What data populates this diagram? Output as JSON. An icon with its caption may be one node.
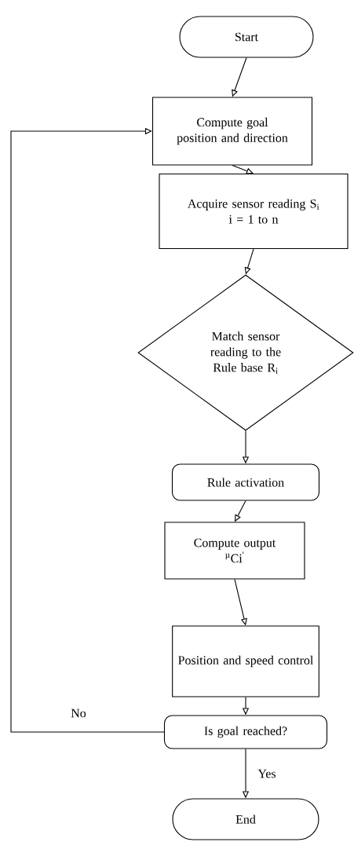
{
  "diagram": {
    "nodes": [
      {
        "text": [
          "Start"
        ]
      },
      {
        "text": [
          "Compute goal  position and direction"
        ]
      },
      {
        "text": [
          "Acquire sensor reading S$_{i}$",
          "i = 1 to  n"
        ]
      },
      {
        "text": [
          "Match sensor reading to the Rule base R$_{i}$"
        ]
      },
      {
        "text": [
          "Rule activation"
        ]
      },
      {
        "text": [
          "Compute output",
          "$^{µ}$Ci$^{'}$"
        ]
      },
      {
        "text": [
          "Position and speed control"
        ]
      },
      {
        "text": [
          "Is goal reached?"
        ]
      },
      {
        "text": [
          "End"
        ]
      }
    ],
    "edges": [
      {
        "from": 0,
        "to": 1,
        "arrow": "to"
      },
      {
        "from": 1,
        "to": 2,
        "arrow": "to"
      },
      {
        "from": 2,
        "to": 3,
        "arrow": "to"
      },
      {
        "from": 3,
        "to": 4,
        "arrow": "to"
      },
      {
        "from": 4,
        "to": 5,
        "arrow": "to"
      },
      {
        "from": 5,
        "to": 6,
        "arrow": "to"
      },
      {
        "from": 6,
        "to": 7,
        "arrow": "to"
      },
      {
        "from": 7,
        "to": 8,
        "arrow": "to",
        "label": "Yes"
      },
      {
        "from": 7,
        "to": 1,
        "arrow": "to",
        "label": "No"
      }
    ]
  }
}
